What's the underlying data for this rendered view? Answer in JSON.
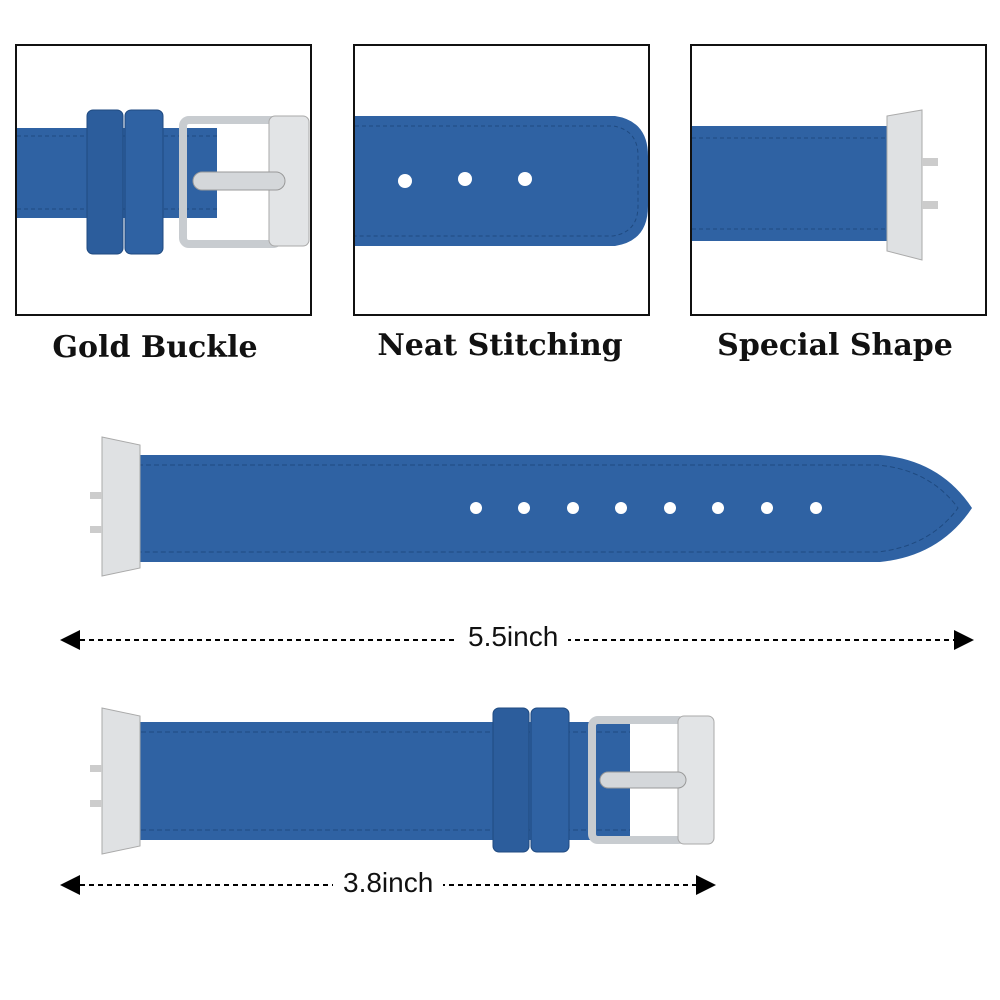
{
  "features": [
    {
      "label": "Gold Buckle"
    },
    {
      "label": "Neat Stitching"
    },
    {
      "label": "Special Shape"
    }
  ],
  "measurements": {
    "long_strap": "5.5inch",
    "short_strap": "3.8inch"
  },
  "colors": {
    "strap": "#2f62a3",
    "strap_dark": "#244f88",
    "metal": "#d9dcdf"
  }
}
